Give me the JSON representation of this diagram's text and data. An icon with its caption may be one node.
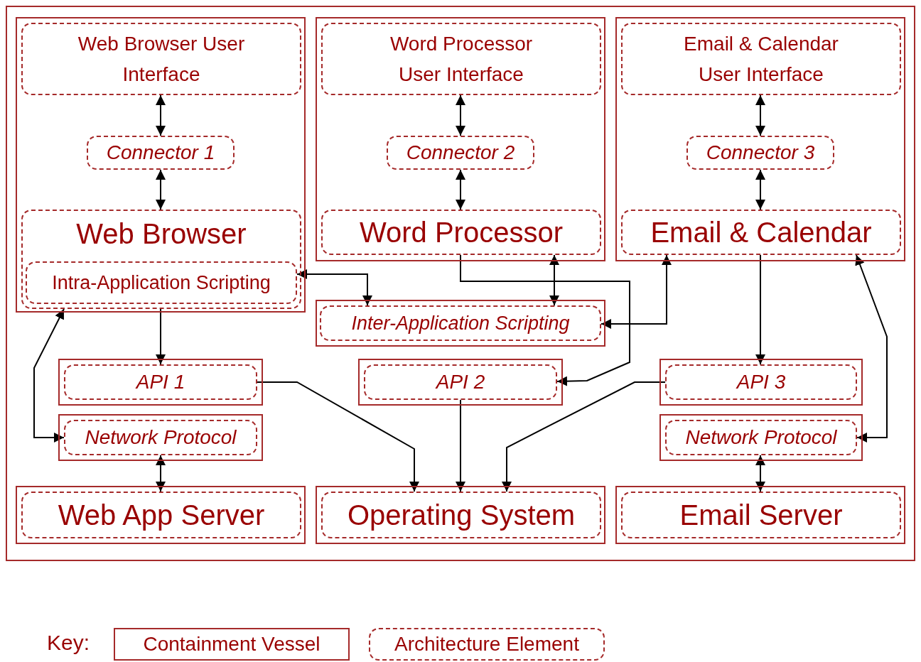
{
  "diagram": {
    "nodes": [
      {
        "text": [],
        "shape": "box"
      },
      {
        "text": [],
        "shape": "box",
        "in": 0
      },
      {
        "text": [
          "Web Browser User Interface"
        ],
        "in": 1
      },
      {
        "text": [
          "Connector 1"
        ],
        "in": 1
      },
      {
        "text": [
          "Web Browser"
        ],
        "in": 1
      },
      {
        "text": [
          "Intra-Application Scripting"
        ],
        "in": 4
      },
      {
        "text": [],
        "shape": "box",
        "in": 0
      },
      {
        "text": [
          "Word Processor User Interface"
        ],
        "in": 6
      },
      {
        "text": [
          "Connector 2"
        ],
        "in": 6
      },
      {
        "text": [
          "Word Processor"
        ],
        "in": 6
      },
      {
        "text": [],
        "shape": "box",
        "in": 0
      },
      {
        "text": [
          "Email & Calendar User Interface"
        ],
        "in": 10
      },
      {
        "text": [
          "Connector 3"
        ],
        "in": 10
      },
      {
        "text": [
          "Email & Calendar"
        ],
        "in": 10
      },
      {
        "text": [],
        "shape": "box",
        "in": 0
      },
      {
        "text": [
          "Inter-Application Scripting"
        ],
        "in": 14
      },
      {
        "text": [],
        "shape": "box",
        "in": 0
      },
      {
        "text": [
          "API 1"
        ],
        "in": 16
      },
      {
        "text": [],
        "shape": "box",
        "in": 0
      },
      {
        "text": [
          "Network Protocol"
        ],
        "in": 18
      },
      {
        "text": [],
        "shape": "box",
        "in": 0
      },
      {
        "text": [
          "API 2"
        ],
        "in": 20
      },
      {
        "text": [],
        "shape": "box",
        "in": 0
      },
      {
        "text": [
          "API 3"
        ],
        "in": 22
      },
      {
        "text": [],
        "shape": "box",
        "in": 0
      },
      {
        "text": [
          "Network Protocol"
        ],
        "in": 24
      },
      {
        "text": [],
        "shape": "box",
        "in": 0
      },
      {
        "text": [
          "Web App Server"
        ],
        "in": 26
      },
      {
        "text": [],
        "shape": "box",
        "in": 0
      },
      {
        "text": [
          "Operating System"
        ],
        "in": 28
      },
      {
        "text": [],
        "shape": "box",
        "in": 0
      },
      {
        "text": [
          "Email Server"
        ],
        "in": 30
      }
    ],
    "edges": [
      {
        "from": 2,
        "to": 3,
        "arrow": "both"
      },
      {
        "from": 3,
        "to": 4,
        "arrow": "both"
      },
      {
        "from": 7,
        "to": 8,
        "arrow": "both"
      },
      {
        "from": 8,
        "to": 9,
        "arrow": "both"
      },
      {
        "from": 11,
        "to": 12,
        "arrow": "both"
      },
      {
        "from": 12,
        "to": 13,
        "arrow": "both"
      },
      {
        "from": 5,
        "to": 15,
        "arrow": "both"
      },
      {
        "from": 9,
        "to": 15,
        "arrow": "both"
      },
      {
        "from": 13,
        "to": 15,
        "arrow": "both"
      },
      {
        "from": 9,
        "to": 21,
        "arrow": "to"
      },
      {
        "from": 13,
        "to": 23,
        "arrow": "to"
      },
      {
        "from": 13,
        "to": 25,
        "arrow": "both"
      },
      {
        "from": 4,
        "to": 17,
        "arrow": "to"
      },
      {
        "from": 4,
        "to": 19,
        "arrow": "both"
      },
      {
        "from": 17,
        "to": 29,
        "arrow": "to"
      },
      {
        "from": 21,
        "to": 29,
        "arrow": "to"
      },
      {
        "from": 23,
        "to": 29,
        "arrow": "to"
      },
      {
        "from": 19,
        "to": 27,
        "arrow": "both"
      },
      {
        "from": 25,
        "to": 31,
        "arrow": "both"
      }
    ],
    "labels": [
      "Key:"
    ],
    "legend": [
      {
        "text": "Containment Vessel"
      },
      {
        "text": "Architecture Element"
      }
    ]
  }
}
